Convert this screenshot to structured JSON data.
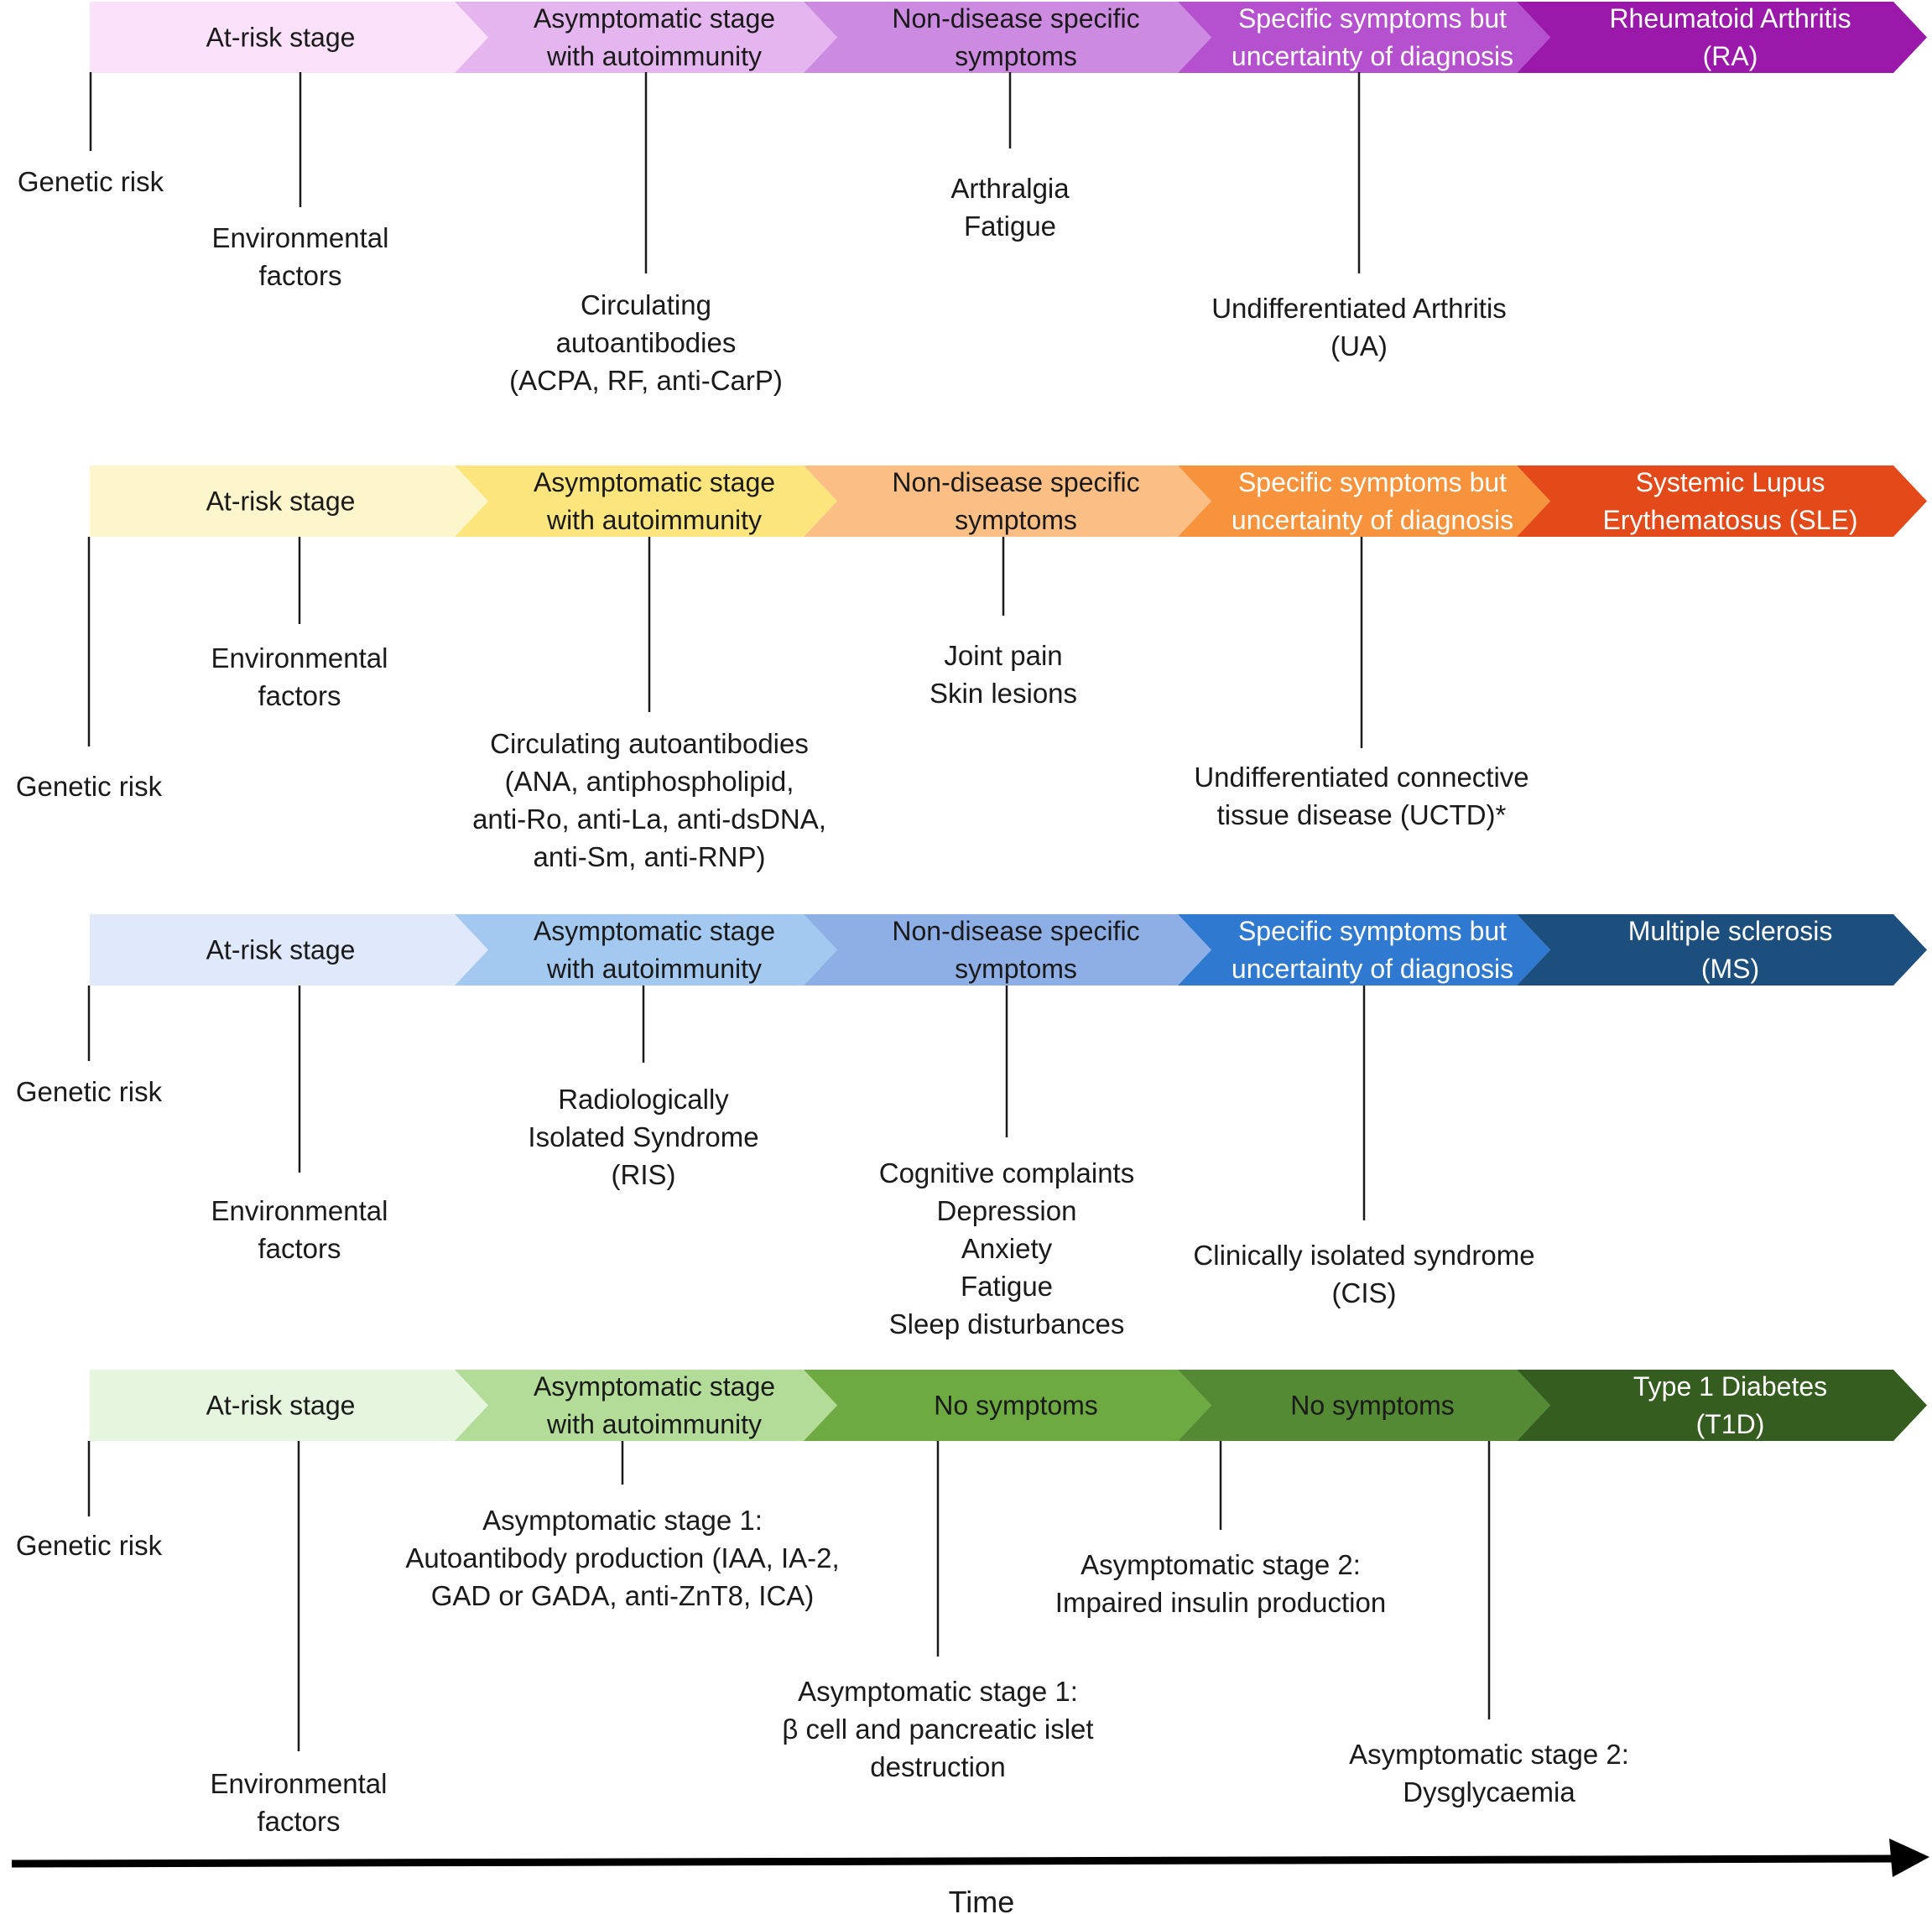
{
  "rows": [
    {
      "stages": [
        {
          "label": [
            "At-risk stage"
          ],
          "color": "#fbe2fa",
          "text_color": "#1a1a1a"
        },
        {
          "label": [
            "Asymptomatic stage",
            "with autoimmunity"
          ],
          "color": "#e4b5ee",
          "text_color": "#1a1a1a"
        },
        {
          "label": [
            "Non-disease specific",
            "symptoms"
          ],
          "color": "#cc8be0",
          "text_color": "#1a1a1a"
        },
        {
          "label": [
            "Specific symptoms but",
            "uncertainty of diagnosis"
          ],
          "color": "#b550cf",
          "text_color": "#ffffff"
        },
        {
          "label": [
            "Rheumatoid Arthritis",
            "(RA)"
          ],
          "color": "#9a19aa",
          "text_color": "#ffffff"
        }
      ],
      "annotations": [
        {
          "lines": [
            "Genetic risk"
          ]
        },
        {
          "lines": [
            "Environmental",
            "factors"
          ]
        },
        {
          "lines": [
            "Circulating",
            "autoantibodies",
            "(ACPA, RF, anti-CarP)"
          ]
        },
        {
          "lines": [
            "Arthralgia",
            "Fatigue"
          ]
        },
        {
          "lines": [
            "Undifferentiated Arthritis",
            "(UA)"
          ]
        }
      ]
    },
    {
      "stages": [
        {
          "label": [
            "At-risk stage"
          ],
          "color": "#fdf6cc",
          "text_color": "#1a1a1a"
        },
        {
          "label": [
            "Asymptomatic stage",
            "with autoimmunity"
          ],
          "color": "#fde57e",
          "text_color": "#1a1a1a"
        },
        {
          "label": [
            "Non-disease specific",
            "symptoms"
          ],
          "color": "#fbbf85",
          "text_color": "#1a1a1a"
        },
        {
          "label": [
            "Specific symptoms but",
            "uncertainty of diagnosis"
          ],
          "color": "#f7933c",
          "text_color": "#ffffff"
        },
        {
          "label": [
            "Systemic Lupus",
            "Erythematosus (SLE)"
          ],
          "color": "#e4491a",
          "text_color": "#ffffff"
        }
      ],
      "annotations": [
        {
          "lines": [
            "Genetic risk"
          ]
        },
        {
          "lines": [
            "Environmental",
            "factors"
          ]
        },
        {
          "lines": [
            "Circulating autoantibodies",
            "(ANA, antiphospholipid,",
            "anti-Ro, anti-La, anti-dsDNA,",
            "anti-Sm, anti-RNP)"
          ]
        },
        {
          "lines": [
            "Joint pain",
            "Skin lesions"
          ]
        },
        {
          "lines": [
            "Undifferentiated connective",
            "tissue disease (UCTD)*"
          ]
        }
      ]
    },
    {
      "stages": [
        {
          "label": [
            "At-risk stage"
          ],
          "color": "#dfe9fb",
          "text_color": "#1a1a1a"
        },
        {
          "label": [
            "Asymptomatic stage",
            "with autoimmunity"
          ],
          "color": "#a4c9f0",
          "text_color": "#1a1a1a"
        },
        {
          "label": [
            "Non-disease specific",
            "symptoms"
          ],
          "color": "#8eaee6",
          "text_color": "#1a1a1a"
        },
        {
          "label": [
            "Specific symptoms but",
            "uncertainty of diagnosis"
          ],
          "color": "#2f7ad0",
          "text_color": "#ffffff"
        },
        {
          "label": [
            "Multiple sclerosis",
            "(MS)"
          ],
          "color": "#1c4e7e",
          "text_color": "#ffffff"
        }
      ],
      "annotations": [
        {
          "lines": [
            "Genetic risk"
          ]
        },
        {
          "lines": [
            "Environmental",
            "factors"
          ]
        },
        {
          "lines": [
            "Radiologically",
            "Isolated Syndrome",
            "(RIS)"
          ]
        },
        {
          "lines": [
            "Cognitive complaints",
            "Depression",
            "Anxiety",
            "Fatigue",
            "Sleep disturbances"
          ]
        },
        {
          "lines": [
            "Clinically isolated syndrome",
            "(CIS)"
          ]
        }
      ]
    },
    {
      "stages": [
        {
          "label": [
            "At-risk stage"
          ],
          "color": "#e6f5de",
          "text_color": "#1a1a1a"
        },
        {
          "label": [
            "Asymptomatic stage",
            "with autoimmunity"
          ],
          "color": "#b3dc98",
          "text_color": "#1a1a1a"
        },
        {
          "label": [
            "No symptoms"
          ],
          "color": "#6daa42",
          "text_color": "#1a1a1a"
        },
        {
          "label": [
            "No symptoms"
          ],
          "color": "#538a33",
          "text_color": "#1a1a1a"
        },
        {
          "label": [
            "Type 1 Diabetes",
            "(T1D)"
          ],
          "color": "#355d1f",
          "text_color": "#ffffff"
        }
      ],
      "annotations": [
        {
          "lines": [
            "Genetic risk"
          ]
        },
        {
          "lines": [
            "Environmental",
            "factors"
          ]
        },
        {
          "lines": [
            "Asymptomatic stage 1:",
            "Autoantibody production (IAA, IA-2,",
            "GAD or GADA, anti-ZnT8, ICA)"
          ]
        },
        {
          "lines": [
            "Asymptomatic stage 1:",
            "β cell and pancreatic islet",
            "destruction"
          ]
        },
        {
          "lines": [
            "Asymptomatic stage 2:",
            "Impaired insulin production"
          ]
        },
        {
          "lines": [
            "Asymptomatic stage 2:",
            "Dysglycaemia"
          ]
        }
      ]
    }
  ],
  "time_axis": {
    "label": "Time"
  }
}
